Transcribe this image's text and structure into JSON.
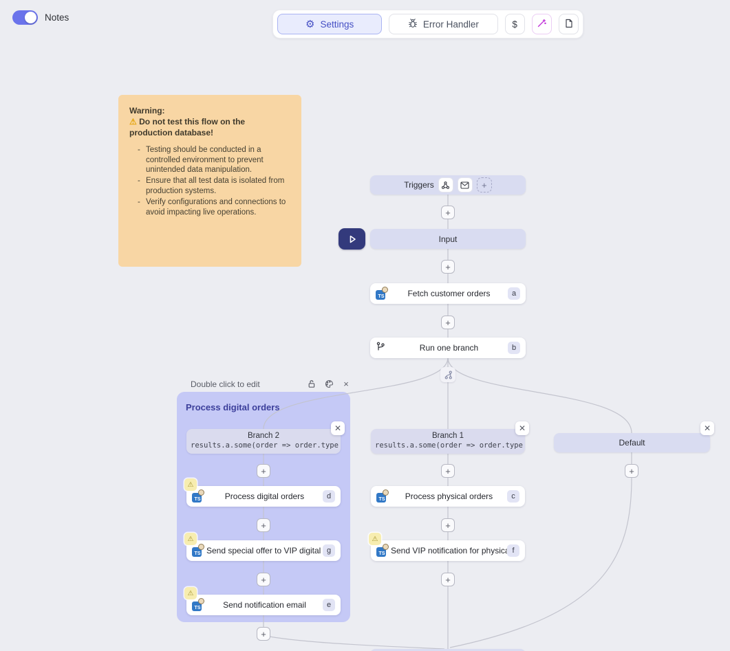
{
  "colors": {
    "accent_indigo": "#454fc4",
    "toggle_on": "#6a73eb",
    "group_bg": "#c5c9f6",
    "note_bg": "#f8d6a4",
    "wand_purple": "#c137d9",
    "node_lavender": "#d9dcf1",
    "play_navy": "#333a7c",
    "warning_badge_bg": "#f7edb0"
  },
  "topbar": {
    "notes_label": "Notes",
    "settings_label": "Settings",
    "error_handler_label": "Error Handler",
    "dollar_label": "$"
  },
  "note": {
    "title": "Warning:",
    "warning_icon": "⚠",
    "alert_text": "Do not test this flow on the production database!",
    "bullets": [
      "Testing should be conducted in a controlled environment to prevent unintended data manipulation.",
      "Ensure that all test data is isolated from production systems.",
      "Verify configurations and connections to avoid impacting live operations."
    ]
  },
  "flow": {
    "triggers": {
      "label": "Triggers"
    },
    "input": {
      "label": "Input"
    },
    "tasks": {
      "fetch": {
        "label": "Fetch customer orders",
        "badge": "a"
      },
      "run": {
        "label": "Run one branch",
        "badge": "b"
      },
      "process_digital": {
        "label": "Process digital orders",
        "badge": "d"
      },
      "send_special": {
        "label": "Send special offer to VIP digital c...",
        "badge": "g"
      },
      "send_email": {
        "label": "Send notification email",
        "badge": "e"
      },
      "process_physical": {
        "label": "Process physical orders",
        "badge": "c"
      },
      "send_vip": {
        "label": "Send VIP notification for physical...",
        "badge": "f"
      }
    },
    "branches": {
      "branch2": {
        "title": "Branch 2",
        "code": "results.a.some(order => order.type"
      },
      "branch1": {
        "title": "Branch 1",
        "code": "results.a.some(order => order.type"
      },
      "default": {
        "title": "Default"
      }
    },
    "group": {
      "hint": "Double click to edit",
      "title": "Process digital orders"
    }
  }
}
